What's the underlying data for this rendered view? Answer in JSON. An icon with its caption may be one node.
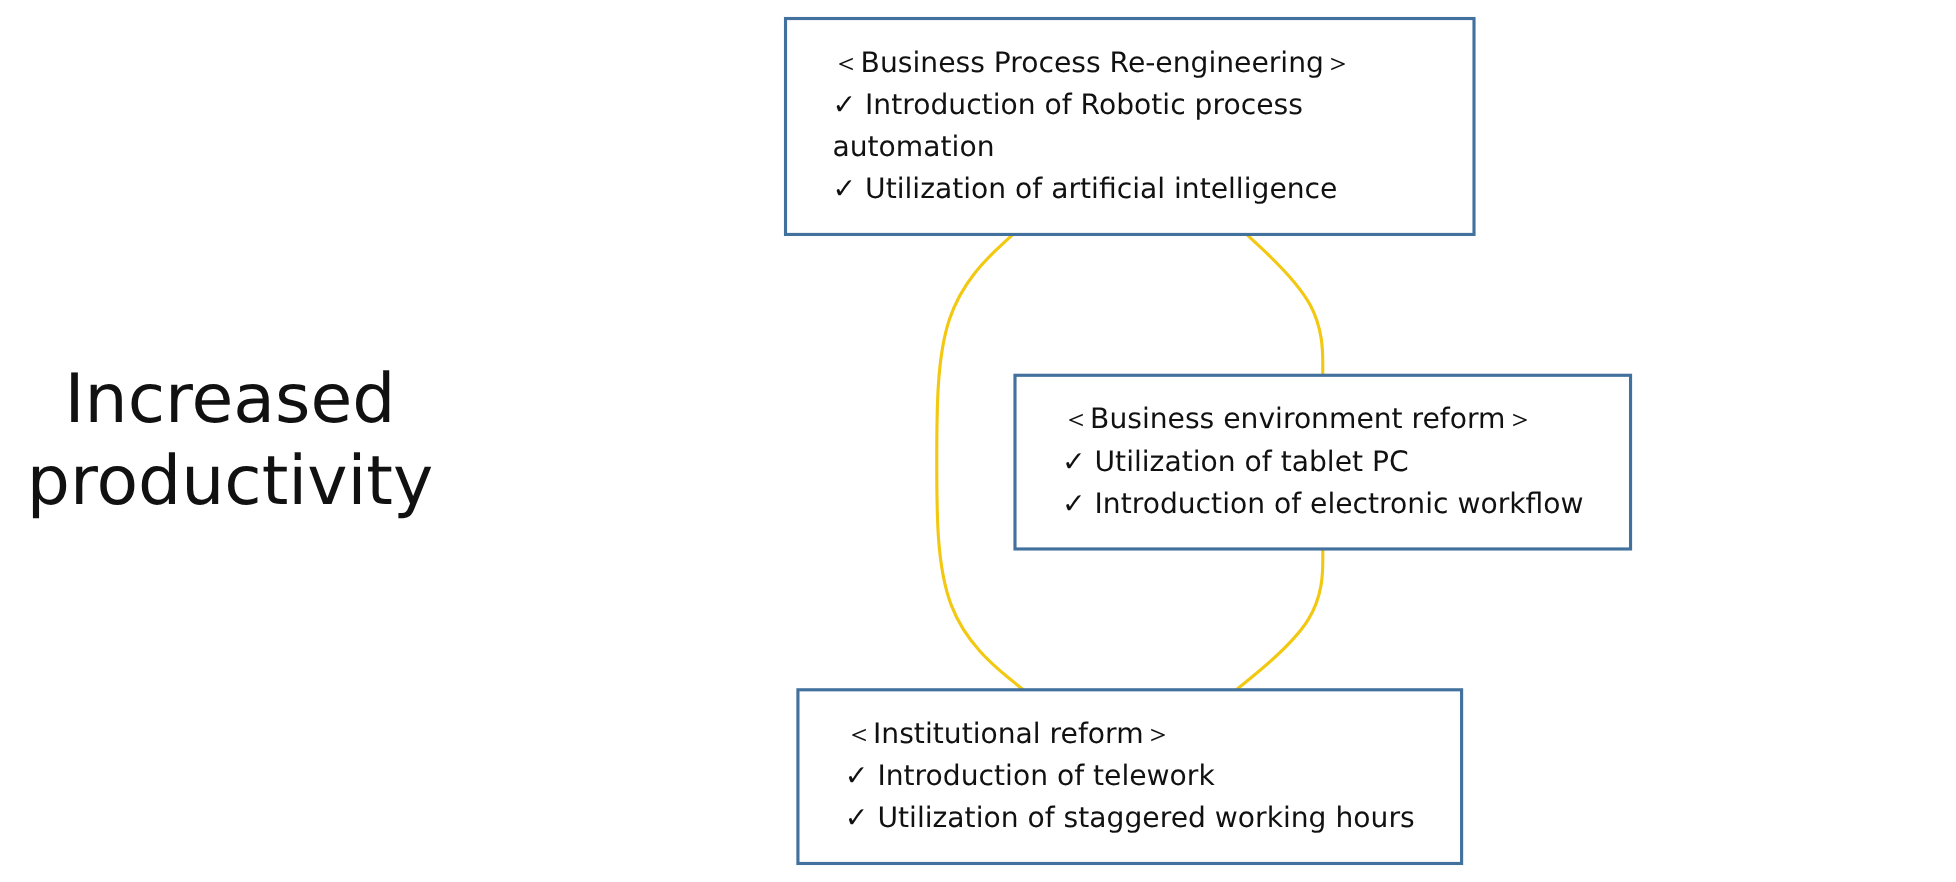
{
  "diagram": {
    "nodes": [
      {
        "text": [
          "＜Business Process Re-engineering＞",
          "✓ Introduction of Robotic process automation",
          "✓ Utilization of artificial intelligence"
        ]
      },
      {
        "text": [
          "＜Business environment reform＞",
          "✓ Utilization of tablet PC",
          "✓ Introduction of electronic workflow"
        ]
      },
      {
        "text": [
          "＜Institutional reform＞",
          "✓ Introduction of telework",
          "✓ Utilization of staggered working hours"
        ]
      }
    ],
    "edges": [
      {
        "from": 0,
        "to": 1,
        "arrow": "none"
      },
      {
        "from": 0,
        "to": 2,
        "arrow": "none"
      },
      {
        "from": 1,
        "to": 2,
        "arrow": "none"
      }
    ],
    "labels": [
      "Increased productivity"
    ]
  }
}
